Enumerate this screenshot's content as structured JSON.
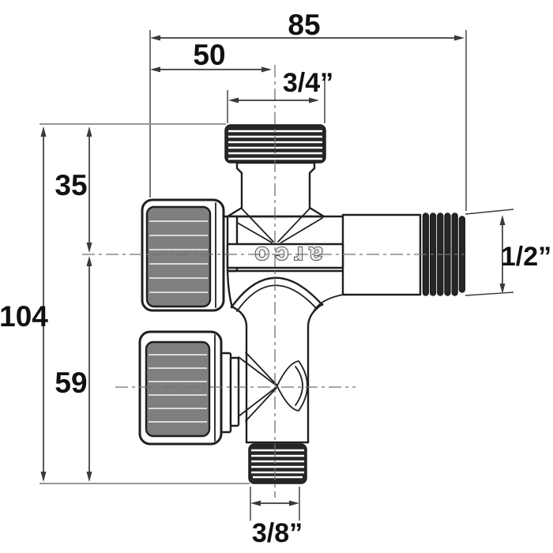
{
  "drawing": {
    "brand_mark": "arco",
    "dimensions": {
      "total_width": "85",
      "left_face_to_top_port_axis": "50",
      "top_port_thread": "3/4”",
      "top_to_side_axis": "35",
      "total_height": "104",
      "side_axis_to_bottom": "59",
      "side_port_thread": "1/2”",
      "bottom_port_thread": "3/8”"
    },
    "colors": {
      "line": "#1f1f1f",
      "dim": "#3a3a3a",
      "centerline": "#707070",
      "knob": "#7f7f7f",
      "knob_stripe": "#d9d9d9",
      "thread": "#262626",
      "label_text": "#111111",
      "background": "#ffffff"
    }
  }
}
